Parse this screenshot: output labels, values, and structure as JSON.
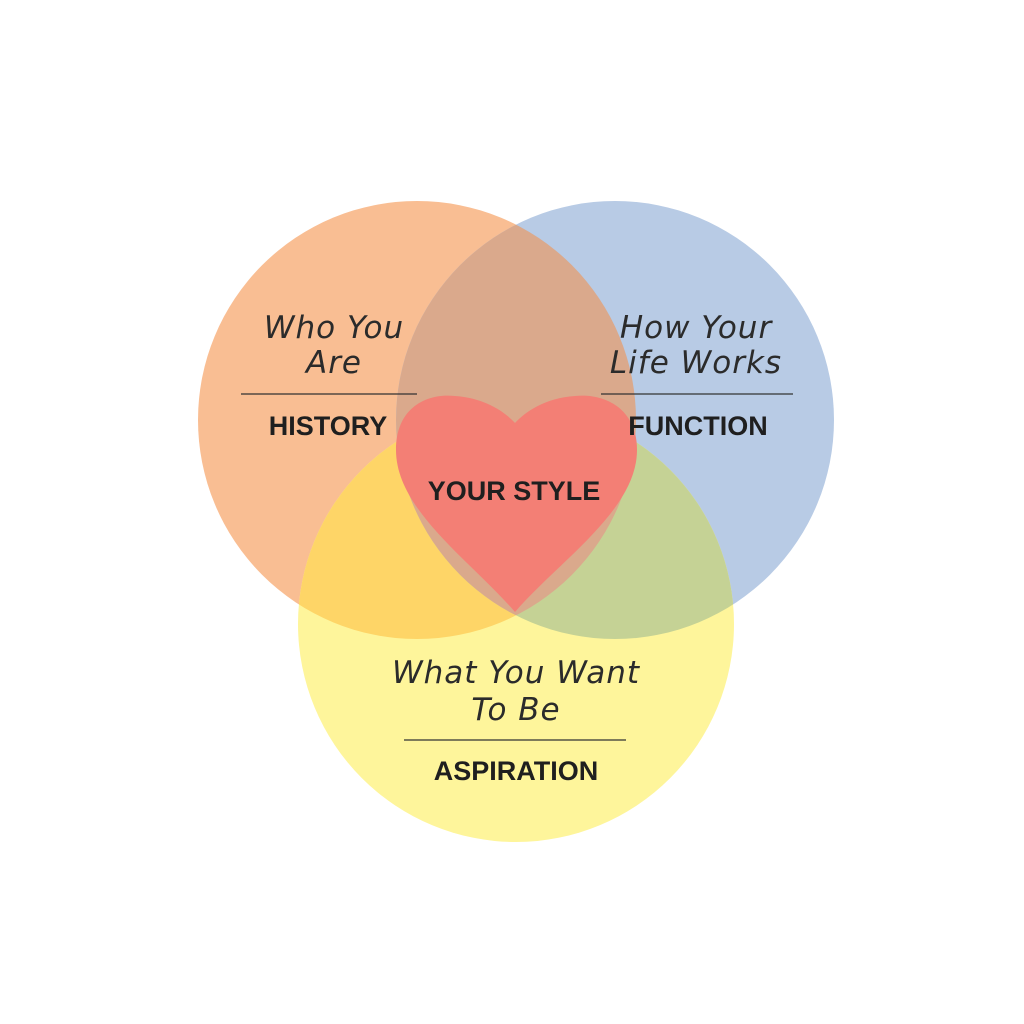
{
  "diagram": {
    "circles": [
      {
        "id": "history",
        "subtitle_lines": [
          "Who You",
          "Are"
        ],
        "label": "HISTORY",
        "color": "#F9BE93"
      },
      {
        "id": "function",
        "subtitle_lines": [
          "How Your",
          "Life Works"
        ],
        "label": "FUNCTION",
        "color": "#B8CBE5"
      },
      {
        "id": "aspiration",
        "subtitle_lines": [
          "What You Want",
          "To Be"
        ],
        "label": "ASPIRATION",
        "color": "#FEF59B"
      }
    ],
    "overlap_colors": {
      "history_function": "#DAA98C",
      "history_aspiration": "#FED567",
      "function_aspiration": "#C5D295"
    },
    "center": {
      "label": "YOUR STYLE",
      "color": "#F37F75"
    }
  }
}
